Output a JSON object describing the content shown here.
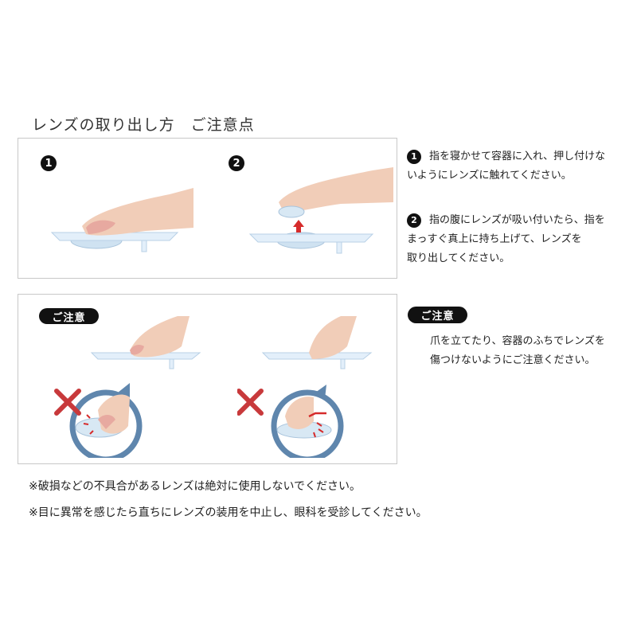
{
  "title": "レンズの取り出し方　ご注意点",
  "steps": [
    {
      "number": "1",
      "text_lines": [
        "指を寝かせて容器に入れ、押し付けな",
        "いようにレンズに触れてください。"
      ]
    },
    {
      "number": "2",
      "text_lines": [
        "指の腹にレンズが吸い付いたら、指を",
        "まっすぐ真上に持ち上げて、レンズを",
        "取り出してください。"
      ]
    }
  ],
  "caution": {
    "label": "ご注意",
    "text_lines": [
      "爪を立てたり、容器のふちでレンズを",
      "傷つけないようにご注意ください。"
    ]
  },
  "notes": [
    "※破損などの不具合があるレンズは絶対に使用しないでください。",
    "※目に異常を感じたら直ちにレンズの装用を中止し、眼科を受診してください。"
  ],
  "colors": {
    "badge": "#111111",
    "cross": "#c8393b",
    "arrow": "#d62b2b",
    "circle": "#5f86ad",
    "skin": "#f1cdb8",
    "nail": "#e7a9a0",
    "tray": "#d9eaf6"
  },
  "icons": [
    "cross-mark-icon",
    "up-arrow-icon"
  ]
}
